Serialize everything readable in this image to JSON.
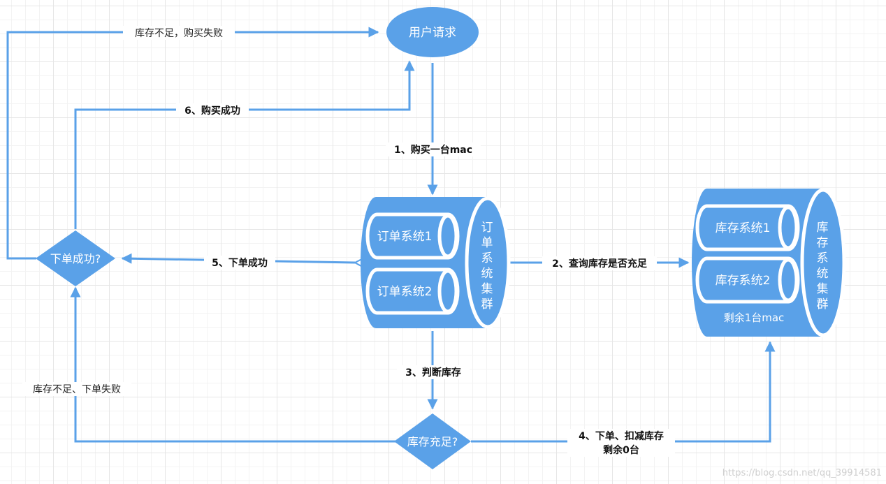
{
  "nodes": {
    "user_request": "用户请求",
    "order_success_q": "下单成功?",
    "stock_enough_q": "库存充足?",
    "order_cluster": {
      "sub1": "订单系统1",
      "sub2": "订单系统2",
      "title_chars": [
        "订",
        "单",
        "系",
        "统",
        "集",
        "群"
      ]
    },
    "inventory_cluster": {
      "sub1": "库存系统1",
      "sub2": "库存系统2",
      "remaining": "剩余1台mac",
      "title_chars": [
        "库",
        "存",
        "系",
        "统",
        "集",
        "群"
      ]
    }
  },
  "edges": {
    "step1": "1、购买一台mac",
    "step2": "2、查询库存是否充足",
    "step3": "3、判断库存",
    "step4_line1": "4、下单、扣减库存",
    "step4_line2": "剩余0台",
    "step5": "5、下单成功",
    "step6": "6、购买成功",
    "fail_purchase": "库存不足，购买失败",
    "fail_order": "库存不足、下单失败"
  },
  "watermark": "https://blog.csdn.net/qq_39914581",
  "colors": {
    "node_fill": "#5aa1e8",
    "line": "#5aa1e8",
    "text_on_node": "#ffffff"
  }
}
